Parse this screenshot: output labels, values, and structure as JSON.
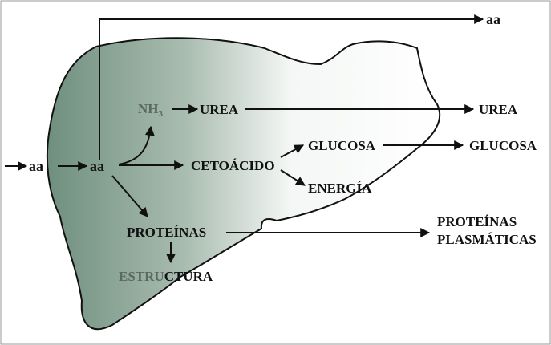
{
  "diagram": {
    "labels": {
      "aa_top": "aa",
      "aa_in": "aa",
      "aa_center": "aa",
      "nh3_main": "NH",
      "nh3_sub": "3",
      "urea_inner": "UREA",
      "urea_outer": "UREA",
      "cetoacido": "CETOÁCIDO",
      "glucosa_inner": "GLUCOSA",
      "glucosa_outer": "GLUCOSA",
      "energia": "ENERGÍA",
      "proteinas": "PROTEÍNAS",
      "plasmaticas_line1": "PROTEÍNAS",
      "plasmaticas_line2": "PLASMÁTICAS",
      "estructura_part1": "ESTRU",
      "estructura_part2": "CTURA"
    }
  },
  "colors": {
    "liver_dark": "#6f8f7e",
    "liver_light": "#ffffff",
    "ink": "#111111",
    "faded_text": "#5a6a60"
  }
}
